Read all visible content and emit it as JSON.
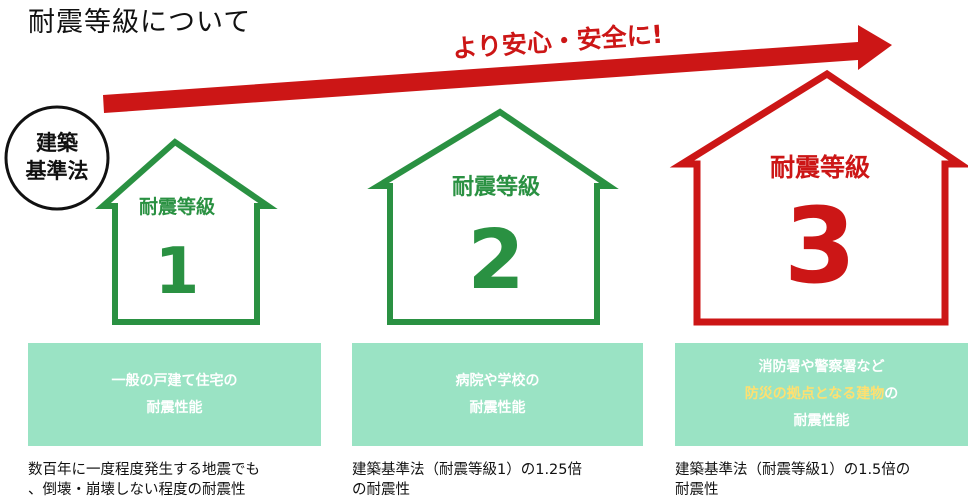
{
  "title": "耐震等級について",
  "arrow_label": "より安心・安全に!",
  "baseline": {
    "line1": "建築",
    "line2": "基準法"
  },
  "colors": {
    "green": "#2a9142",
    "red": "#cc1616",
    "box": "#9ae3c4",
    "highlight": "#ffe070"
  },
  "levels": [
    {
      "label": "耐震等級",
      "number": "1",
      "box_line1": "一般の戸建て住宅の",
      "box_line2": "耐震性能",
      "desc_line1": "数百年に一度程度発生する地震でも",
      "desc_line2": "、倒壊・崩壊しない程度の耐震性"
    },
    {
      "label": "耐震等級",
      "number": "2",
      "box_line1": "病院や学校の",
      "box_line2": "耐震性能",
      "desc_line1": "建築基準法（耐震等級1）の1.25倍",
      "desc_line2": "の耐震性"
    },
    {
      "label": "耐震等級",
      "number": "3",
      "box_line1": "消防署や警察署など",
      "box_highlight": "防災の拠点となる建物",
      "box_line2_suffix": "の",
      "box_line3": "耐震性能",
      "desc_line1": "建築基準法（耐震等級1）の1.5倍の",
      "desc_line2": "耐震性"
    }
  ]
}
